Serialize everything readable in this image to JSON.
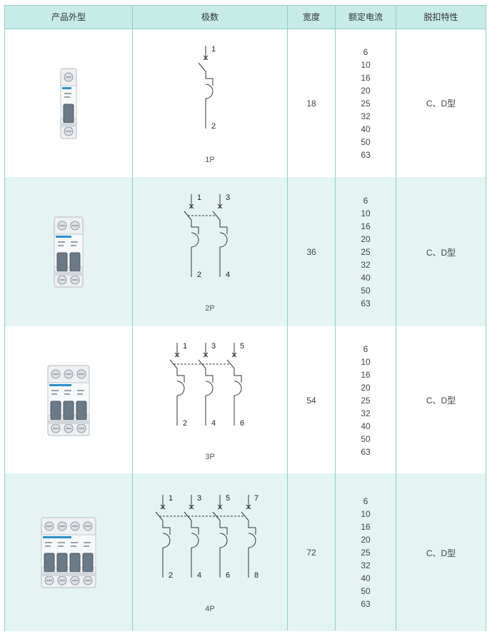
{
  "header": {
    "col_product": "产品外型",
    "col_poles": "极数",
    "col_width": "宽度",
    "col_current": "额定电流",
    "col_trip": "脱扣特性"
  },
  "rows": [
    {
      "pole": "1P",
      "width": "18",
      "trip": "C、D型",
      "currents": [
        "6",
        "10",
        "16",
        "20",
        "25",
        "32",
        "40",
        "50",
        "63"
      ],
      "terminals_top": [
        "1"
      ],
      "terminals_bottom": [
        "2"
      ]
    },
    {
      "pole": "2P",
      "width": "36",
      "trip": "C、D型",
      "currents": [
        "6",
        "10",
        "16",
        "20",
        "25",
        "32",
        "40",
        "50",
        "63"
      ],
      "terminals_top": [
        "1",
        "3"
      ],
      "terminals_bottom": [
        "2",
        "4"
      ]
    },
    {
      "pole": "3P",
      "width": "54",
      "trip": "C、D型",
      "currents": [
        "6",
        "10",
        "16",
        "20",
        "25",
        "32",
        "40",
        "50",
        "63"
      ],
      "terminals_top": [
        "1",
        "3",
        "5"
      ],
      "terminals_bottom": [
        "2",
        "4",
        "6"
      ]
    },
    {
      "pole": "4P",
      "width": "72",
      "trip": "C、D型",
      "currents": [
        "6",
        "10",
        "16",
        "20",
        "25",
        "32",
        "40",
        "50",
        "63"
      ],
      "terminals_top": [
        "1",
        "3",
        "5",
        "7"
      ],
      "terminals_bottom": [
        "2",
        "4",
        "6",
        "8"
      ]
    }
  ],
  "colors": {
    "header_bg": "#c7ebe7",
    "alt_row_bg": "#e4f4f2",
    "border": "#8fcfc8"
  }
}
